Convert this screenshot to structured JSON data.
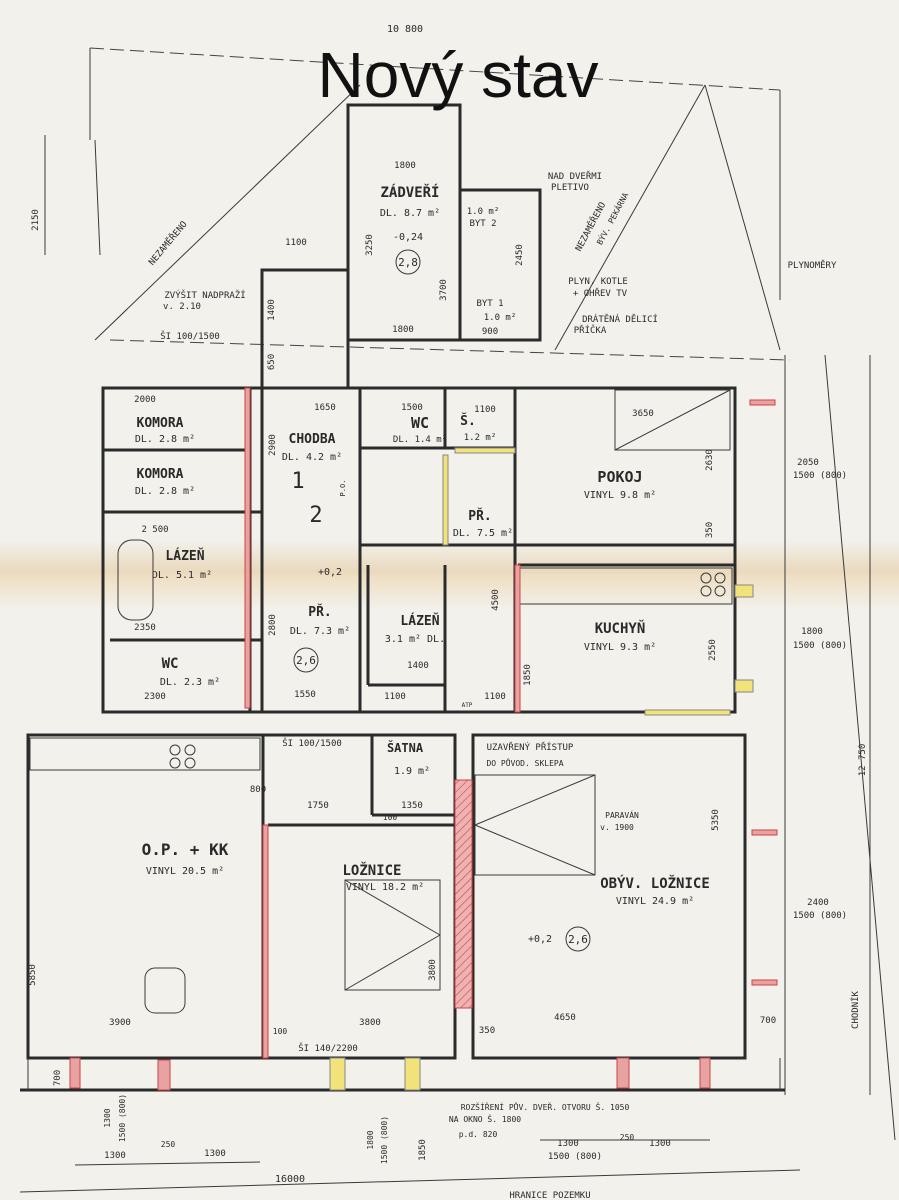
{
  "title": "Nový stav",
  "rooms": [
    {
      "name": "ZÁDVEŘÍ",
      "area": "DL. 8.7 m²",
      "level": "-0,24",
      "height": "2,8"
    },
    {
      "name": "KOMORA",
      "area": "DL. 2.8 m²"
    },
    {
      "name": "KOMORA",
      "area": "DL. 2.8 m²"
    },
    {
      "name": "CHODBA",
      "area": "DL. 4.2 m²"
    },
    {
      "name": "WC",
      "area": "DL. 1.4 m²"
    },
    {
      "name": "Š.",
      "area": "1.2 m²"
    },
    {
      "name": "POKOJ",
      "area": "VINYL 9.8 m²"
    },
    {
      "name": "PŘ.",
      "area": "DL. 7.5 m²"
    },
    {
      "name": "LÁZEŇ",
      "area": "DL. 5.1 m²"
    },
    {
      "name": "PŘ.",
      "area": "DL. 7.3 m²",
      "level": "+0,2",
      "height": "2,6"
    },
    {
      "name": "LÁZEŇ",
      "area": "3.1 m² DL."
    },
    {
      "name": "KUCHYŇ",
      "area": "VINYL 9.3 m²"
    },
    {
      "name": "WC",
      "area": "DL. 2.3 m²"
    },
    {
      "name": "O.P. + KK",
      "area": "VINYL 20.5 m²"
    },
    {
      "name": "ŠATNA",
      "area": "1.9 m²"
    },
    {
      "name": "LOŽNICE",
      "area": "VINYL 18.2 m²"
    },
    {
      "name": "OBÝV. LOŽNICE",
      "area": "VINYL 24.9 m²",
      "level": "+0,2",
      "height": "2,6"
    }
  ],
  "annotations": {
    "nad_dvermi": "NAD DVEŘMI",
    "pletivo": "PLETIVO",
    "plyn_kotle": "PLYN. KOTLE",
    "ohrev_tv": "+ OHŘEV TV",
    "dratena": "DRÁTĚNÁ DĚLICÍ",
    "pricka": "PŘÍČKA",
    "nezamereno_left": "NEZAMĚŘENO",
    "nezamereno_right": "NEZAMĚŘENO",
    "byv_pekarna": "BÝV. PEKÁRNA",
    "plynomery": "PLYNOMĚRY",
    "zvysit": "ZVÝŠIT NADPRAŽÍ",
    "zvysit_v": "v. 2.10",
    "si_top": "ŠI 100/1500",
    "si_mid": "ŠI 100/1500",
    "si_bottom": "ŠI 140/2200",
    "byt_1": "1.0 m²",
    "byt_1b": "BYT 2",
    "byt_2": "BYT 1",
    "byt_2b": "1.0 m²",
    "uzavreny": "UZAVŘENÝ PŘÍSTUP",
    "sklep": "DO PŮVOD. SKLEPA",
    "paravan": "PARAVÁN",
    "paravan_v": "v. 1900",
    "rozsireni": "ROZŠÍŘENÍ PŮV. DVEŘ. OTVORU Š. 1050",
    "na_okno": "NA OKNO Š. 1800",
    "pd": "p.d. 820",
    "chodnik": "CHODNÍK",
    "hranice": "HRANICE POZEMKU",
    "marker_1": "1",
    "marker_2": "2",
    "po": "P.O.",
    "atp": "ATP"
  },
  "dimensions": {
    "top_total": "10 800",
    "left_2150": "2150",
    "d1800a": "1800",
    "d1800b": "1800",
    "d1100": "1100",
    "d3250": "3250",
    "d3700": "3700",
    "d2450": "2450",
    "d900": "900",
    "d1400": "1400",
    "d650": "650",
    "d2000": "2000",
    "d1650": "1650",
    "d1500": "1500",
    "d1100b": "1100",
    "d3650": "3650",
    "d2900": "2900",
    "d2630": "2630",
    "d350": "350",
    "d2500": "2 500",
    "d2350": "2350",
    "d2300": "2300",
    "d1550": "1550",
    "d2800": "2800",
    "d4500": "4500",
    "d2550": "2550",
    "d1850": "1850",
    "d1400b": "1400",
    "d1100c": "1100",
    "d1100d": "1100",
    "d2050": "2050",
    "w1500a": "1500 (800)",
    "d1800c": "1800",
    "w1500b": "1500 (800)",
    "d2400": "2400",
    "w1500c": "1500 (800)",
    "d12750": "12 750",
    "d800": "800",
    "d1750": "1750",
    "d1350": "1350",
    "d100": "100",
    "d5850": "5850",
    "d3900": "3900",
    "d3800": "3800",
    "d3800b": "3800",
    "d4650": "4650",
    "d5350": "5350",
    "d700a": "700",
    "d700b": "700",
    "d350b": "350",
    "d100b": "100",
    "d1300a": "1300",
    "d1300b": "1300",
    "d250a": "250",
    "w1500d": "1500 (800)",
    "d1300c": "1300",
    "d250b": "250",
    "d1300d": "1300",
    "w1500e": "1500 (800)",
    "w1500f": "1500 (800)",
    "d1300e": "1300",
    "d1800d": "1800",
    "d1850b": "1850",
    "total_16000": "16000"
  }
}
